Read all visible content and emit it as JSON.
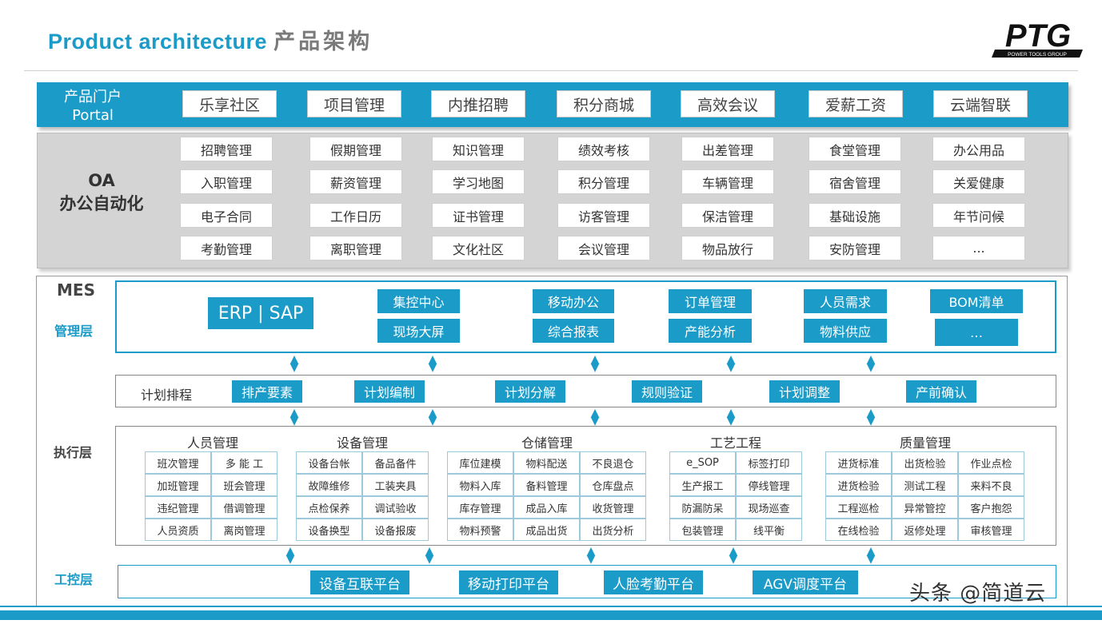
{
  "title": {
    "en": "Product architecture",
    "cn": "产品架构"
  },
  "logo": {
    "text": "PTG",
    "subtext": "POWER TOOLS GROUP"
  },
  "portal": {
    "label_cn": "产品门户",
    "label_en": "Portal",
    "items": [
      "乐享社区",
      "项目管理",
      "内推招聘",
      "积分商城",
      "高效会议",
      "爱薪工资",
      "云端智联"
    ]
  },
  "oa": {
    "label_en": "OA",
    "label_cn": "办公自动化",
    "columns": [
      [
        "招聘管理",
        "入职管理",
        "电子合同",
        "考勤管理"
      ],
      [
        "假期管理",
        "薪资管理",
        "工作日历",
        "离职管理"
      ],
      [
        "知识管理",
        "学习地图",
        "证书管理",
        "文化社区"
      ],
      [
        "绩效考核",
        "积分管理",
        "访客管理",
        "会议管理"
      ],
      [
        "出差管理",
        "车辆管理",
        "保洁管理",
        "物品放行"
      ],
      [
        "食堂管理",
        "宿舍管理",
        "基础设施",
        "安防管理"
      ],
      [
        "办公用品",
        "关爱健康",
        "年节问候",
        "..."
      ]
    ]
  },
  "mes": {
    "label": "MES",
    "management": {
      "label": "管理层",
      "erp": "ERP | SAP",
      "row1": [
        "集控中心",
        "移动办公",
        "订单管理",
        "人员需求",
        "BOM清单"
      ],
      "row2": [
        "现场大屏",
        "综合报表",
        "产能分析",
        "物料供应",
        "…"
      ]
    },
    "plan": {
      "label": "计划排程",
      "items": [
        "排产要素",
        "计划编制",
        "计划分解",
        "规则验证",
        "计划调整",
        "产前确认"
      ]
    },
    "execution": {
      "label": "执行层",
      "groups": [
        {
          "title": "人员管理",
          "rows": [
            [
              "班次管理",
              "多 能 工"
            ],
            [
              "加班管理",
              "班会管理"
            ],
            [
              "违纪管理",
              "借调管理"
            ],
            [
              "人员资质",
              "离岗管理"
            ]
          ]
        },
        {
          "title": "设备管理",
          "rows": [
            [
              "设备台帐",
              "备品备件"
            ],
            [
              "故障维修",
              "工装夹具"
            ],
            [
              "点检保养",
              "调试验收"
            ],
            [
              "设备换型",
              "设备报废"
            ]
          ]
        },
        {
          "title": "仓储管理",
          "rows": [
            [
              "库位建模",
              "物料配送",
              "不良退仓"
            ],
            [
              "物料入库",
              "备料管理",
              "仓库盘点"
            ],
            [
              "库存管理",
              "成品入库",
              "收货管理"
            ],
            [
              "物料预警",
              "成品出货",
              "出货分析"
            ]
          ]
        },
        {
          "title": "工艺工程",
          "rows": [
            [
              "e_SOP",
              "标签打印"
            ],
            [
              "生产报工",
              "停线管理"
            ],
            [
              "防漏防呆",
              "现场巡查"
            ],
            [
              "包装管理",
              "线平衡"
            ]
          ]
        },
        {
          "title": "质量管理",
          "rows": [
            [
              "进货标准",
              "出货检验",
              "作业点检"
            ],
            [
              "进货检验",
              "测试工程",
              "来料不良"
            ],
            [
              "工程巡检",
              "异常管控",
              "客户抱怨"
            ],
            [
              "在线检验",
              "返修处理",
              "审核管理"
            ]
          ]
        }
      ]
    },
    "control": {
      "label": "工控层",
      "items": [
        "设备互联平台",
        "移动打印平台",
        "人脸考勤平台",
        "AGV调度平台"
      ]
    }
  },
  "watermark": "头条 @简道云",
  "colors": {
    "accent": "#1a9bc8",
    "oa_bg": "#d4d4d4"
  }
}
